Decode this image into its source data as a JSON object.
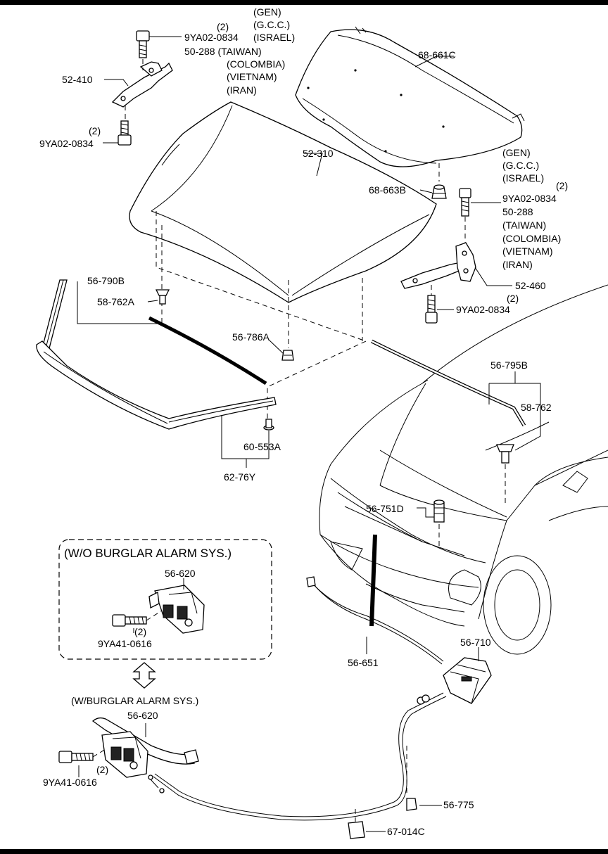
{
  "labels": {
    "hinge_left": {
      "gen": "(GEN)",
      "qty": "(2)",
      "gcc": "(G.C.C.)",
      "bolt_a": "9YA02-0834",
      "israel": "(ISRAEL)",
      "taiwan": "50-288 (TAIWAN)",
      "colombia": "(COLOMBIA)",
      "vietnam": "(VIETNAM)",
      "iran": "(IRAN)",
      "hinge": "52-410",
      "qty_b": "(2)",
      "bolt_b": "9YA02-0834"
    },
    "hood_cover": "68-661C",
    "hood": "52-310",
    "hinge_right": {
      "gen": "(GEN)",
      "gcc": "(G.C.C.)",
      "israel": "(ISRAEL)",
      "qty": "(2)",
      "bolt_a": "9YA02-0834",
      "num": "50-288",
      "taiwan": "(TAIWAN)",
      "colombia": "(COLOMBIA)",
      "vietnam": "(VIETNAM)",
      "iran": "(IRAN)",
      "hinge": "52-460",
      "qty_b": "(2)",
      "bolt_b": "9YA02-0834"
    },
    "bumper_stop": "68-663B",
    "seal_rear": "56-790B",
    "clip_a": "58-762A",
    "clip_b": "56-786A",
    "grommet": "60-553A",
    "cowl": "62-76Y",
    "seal_side": "56-795B",
    "clip_c": "58-762",
    "stay_holder": "56-751D",
    "stay": "56-651",
    "lock_box": {
      "title": "(W/O BURGLAR ALARM SYS.)",
      "lock": "56-620",
      "qty": "(2)",
      "bolt": "9YA41-0616"
    },
    "lock_alarm": {
      "title": "(W/BURGLAR ALARM SYS.)",
      "lock": "56-620",
      "qty": "(2)",
      "bolt": "9YA41-0616"
    },
    "release_lever": "56-710",
    "cable_clip": "56-775",
    "cable_retainer": "67-014C"
  },
  "icons": {
    "swap": "double-arrow-icon"
  }
}
